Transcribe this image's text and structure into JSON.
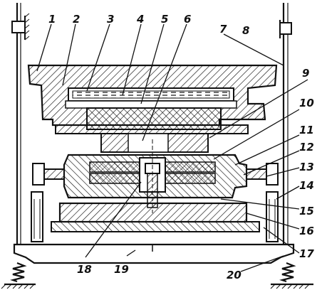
{
  "figure": {
    "description": "Cross-section technical drawing of a press-type apparatus with numbered callouts",
    "line_color": "#111111",
    "background": "#ffffff"
  },
  "callouts": [
    {
      "id": "1",
      "text": "1"
    },
    {
      "id": "2",
      "text": "2"
    },
    {
      "id": "3",
      "text": "3"
    },
    {
      "id": "4",
      "text": "4"
    },
    {
      "id": "5",
      "text": "5"
    },
    {
      "id": "6",
      "text": "6"
    },
    {
      "id": "7",
      "text": "7"
    },
    {
      "id": "8",
      "text": "8"
    },
    {
      "id": "9",
      "text": "9"
    },
    {
      "id": "10",
      "text": "10"
    },
    {
      "id": "11",
      "text": "11"
    },
    {
      "id": "12",
      "text": "12"
    },
    {
      "id": "13",
      "text": "13"
    },
    {
      "id": "14",
      "text": "14"
    },
    {
      "id": "15",
      "text": "15"
    },
    {
      "id": "16",
      "text": "16"
    },
    {
      "id": "17",
      "text": "17"
    },
    {
      "id": "18",
      "text": "18"
    },
    {
      "id": "19",
      "text": "19"
    },
    {
      "id": "20",
      "text": "20"
    }
  ]
}
